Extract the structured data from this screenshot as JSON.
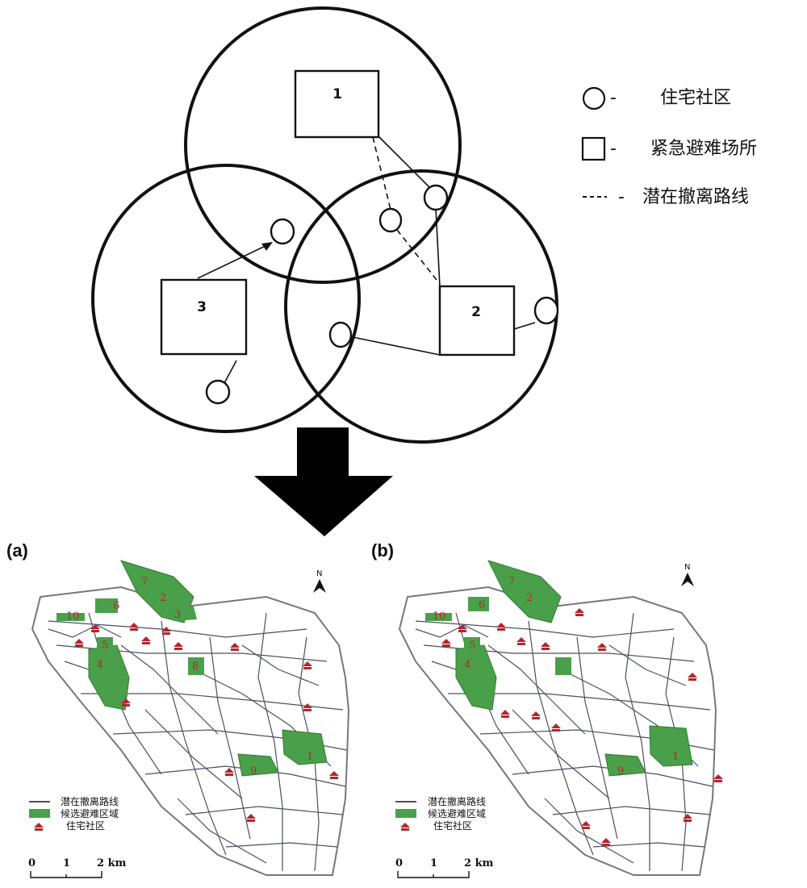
{
  "diagram": {
    "shelters": [
      {
        "id": "shelter-1",
        "label": "1"
      },
      {
        "id": "shelter-2",
        "label": "2"
      },
      {
        "id": "shelter-3",
        "label": "3"
      }
    ],
    "legend": {
      "circle_label": "住宅社区",
      "square_label": "紧急避难场所",
      "dashed_label": "潜在撤离路线",
      "dash_sep": "-"
    }
  },
  "maps": [
    {
      "panel_label": "(a)",
      "north_label": "N",
      "zones": [
        "7",
        "2",
        "3",
        "6",
        "10",
        "4",
        "5",
        "8",
        "1",
        "9"
      ],
      "legend": {
        "roads": "潜在撤离路线",
        "candidate": "候选避难区域",
        "community": "住宅社区"
      },
      "scale": {
        "t0": "0",
        "t1": "1",
        "t2": "2 km"
      }
    },
    {
      "panel_label": "(b)",
      "north_label": "N",
      "zones": [
        "7",
        "2",
        "10",
        "6",
        "4",
        "5",
        "1",
        "9"
      ],
      "legend": {
        "roads": "潜在撤离路线",
        "candidate": "候选避难区域",
        "community": "住宅社区"
      },
      "scale": {
        "t0": "0",
        "t1": "1",
        "t2": "2 km"
      }
    }
  ],
  "colors": {
    "zone_fill": "#4aa04a",
    "community_icon": "#b3262a",
    "road": "#4a4f63"
  }
}
